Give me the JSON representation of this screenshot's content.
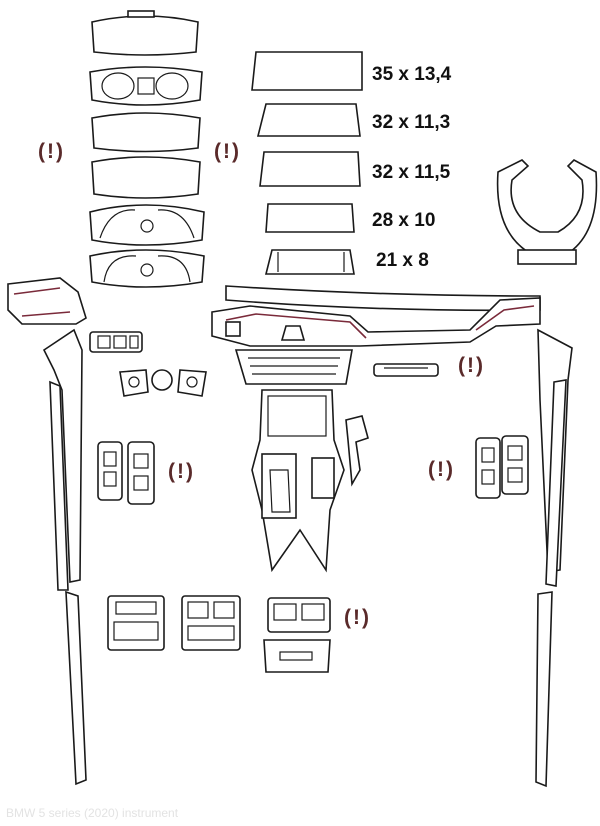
{
  "screen_dimensions": [
    {
      "label": "35 x 13,4"
    },
    {
      "label": "32 x 11,3"
    },
    {
      "label": "32 x 11,5"
    },
    {
      "label": "28 x 10"
    },
    {
      "label": "21 x 8"
    }
  ],
  "warning_marks": [
    "(!)",
    "(!)",
    "(!)",
    "(!)",
    "(!)",
    "(!)"
  ],
  "footer_text": "BMW 5 series (2020) instrument",
  "colors": {
    "outline": "#1a1a1a",
    "warning": "#5a2a2a",
    "trim_accent": "#7a2a3a"
  }
}
